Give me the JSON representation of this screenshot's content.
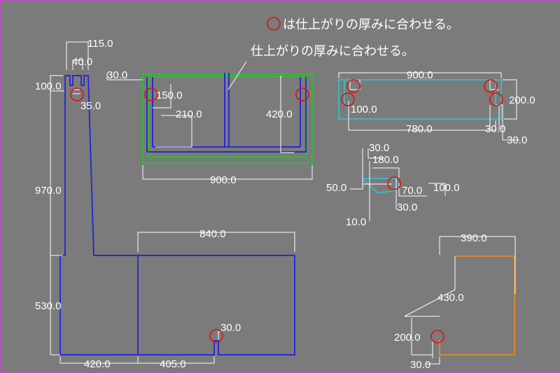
{
  "notes": {
    "legend": "は仕上がりの厚みに合わせる。",
    "callout": "仕上がりの厚みに合わせる。"
  },
  "dims": {
    "d115": "115.0",
    "d40": "40.0",
    "d100": "100.0",
    "d35": "35.0",
    "d970": "970.0",
    "d530": "530.0",
    "d420": "420.0",
    "d405": "405.0",
    "d840": "840.0",
    "d30a": "30.0",
    "d30b": "30.0",
    "d150": "150.0",
    "d210": "210.0",
    "d420b": "420.0",
    "d900a": "900.0",
    "d900b": "900.0",
    "d100b": "100.0",
    "d200": "200.0",
    "d780": "780.0",
    "d30c": "30.0",
    "d30d": "30.0",
    "d30e": "30.0",
    "d180": "180.0",
    "d50": "50.0",
    "d70": "70.0",
    "d100c": "100.0",
    "d30f": "30.0",
    "d10": "10.0",
    "d390": "390.0",
    "d430": "430.0",
    "d200b": "200.0",
    "d30g": "30.0"
  }
}
